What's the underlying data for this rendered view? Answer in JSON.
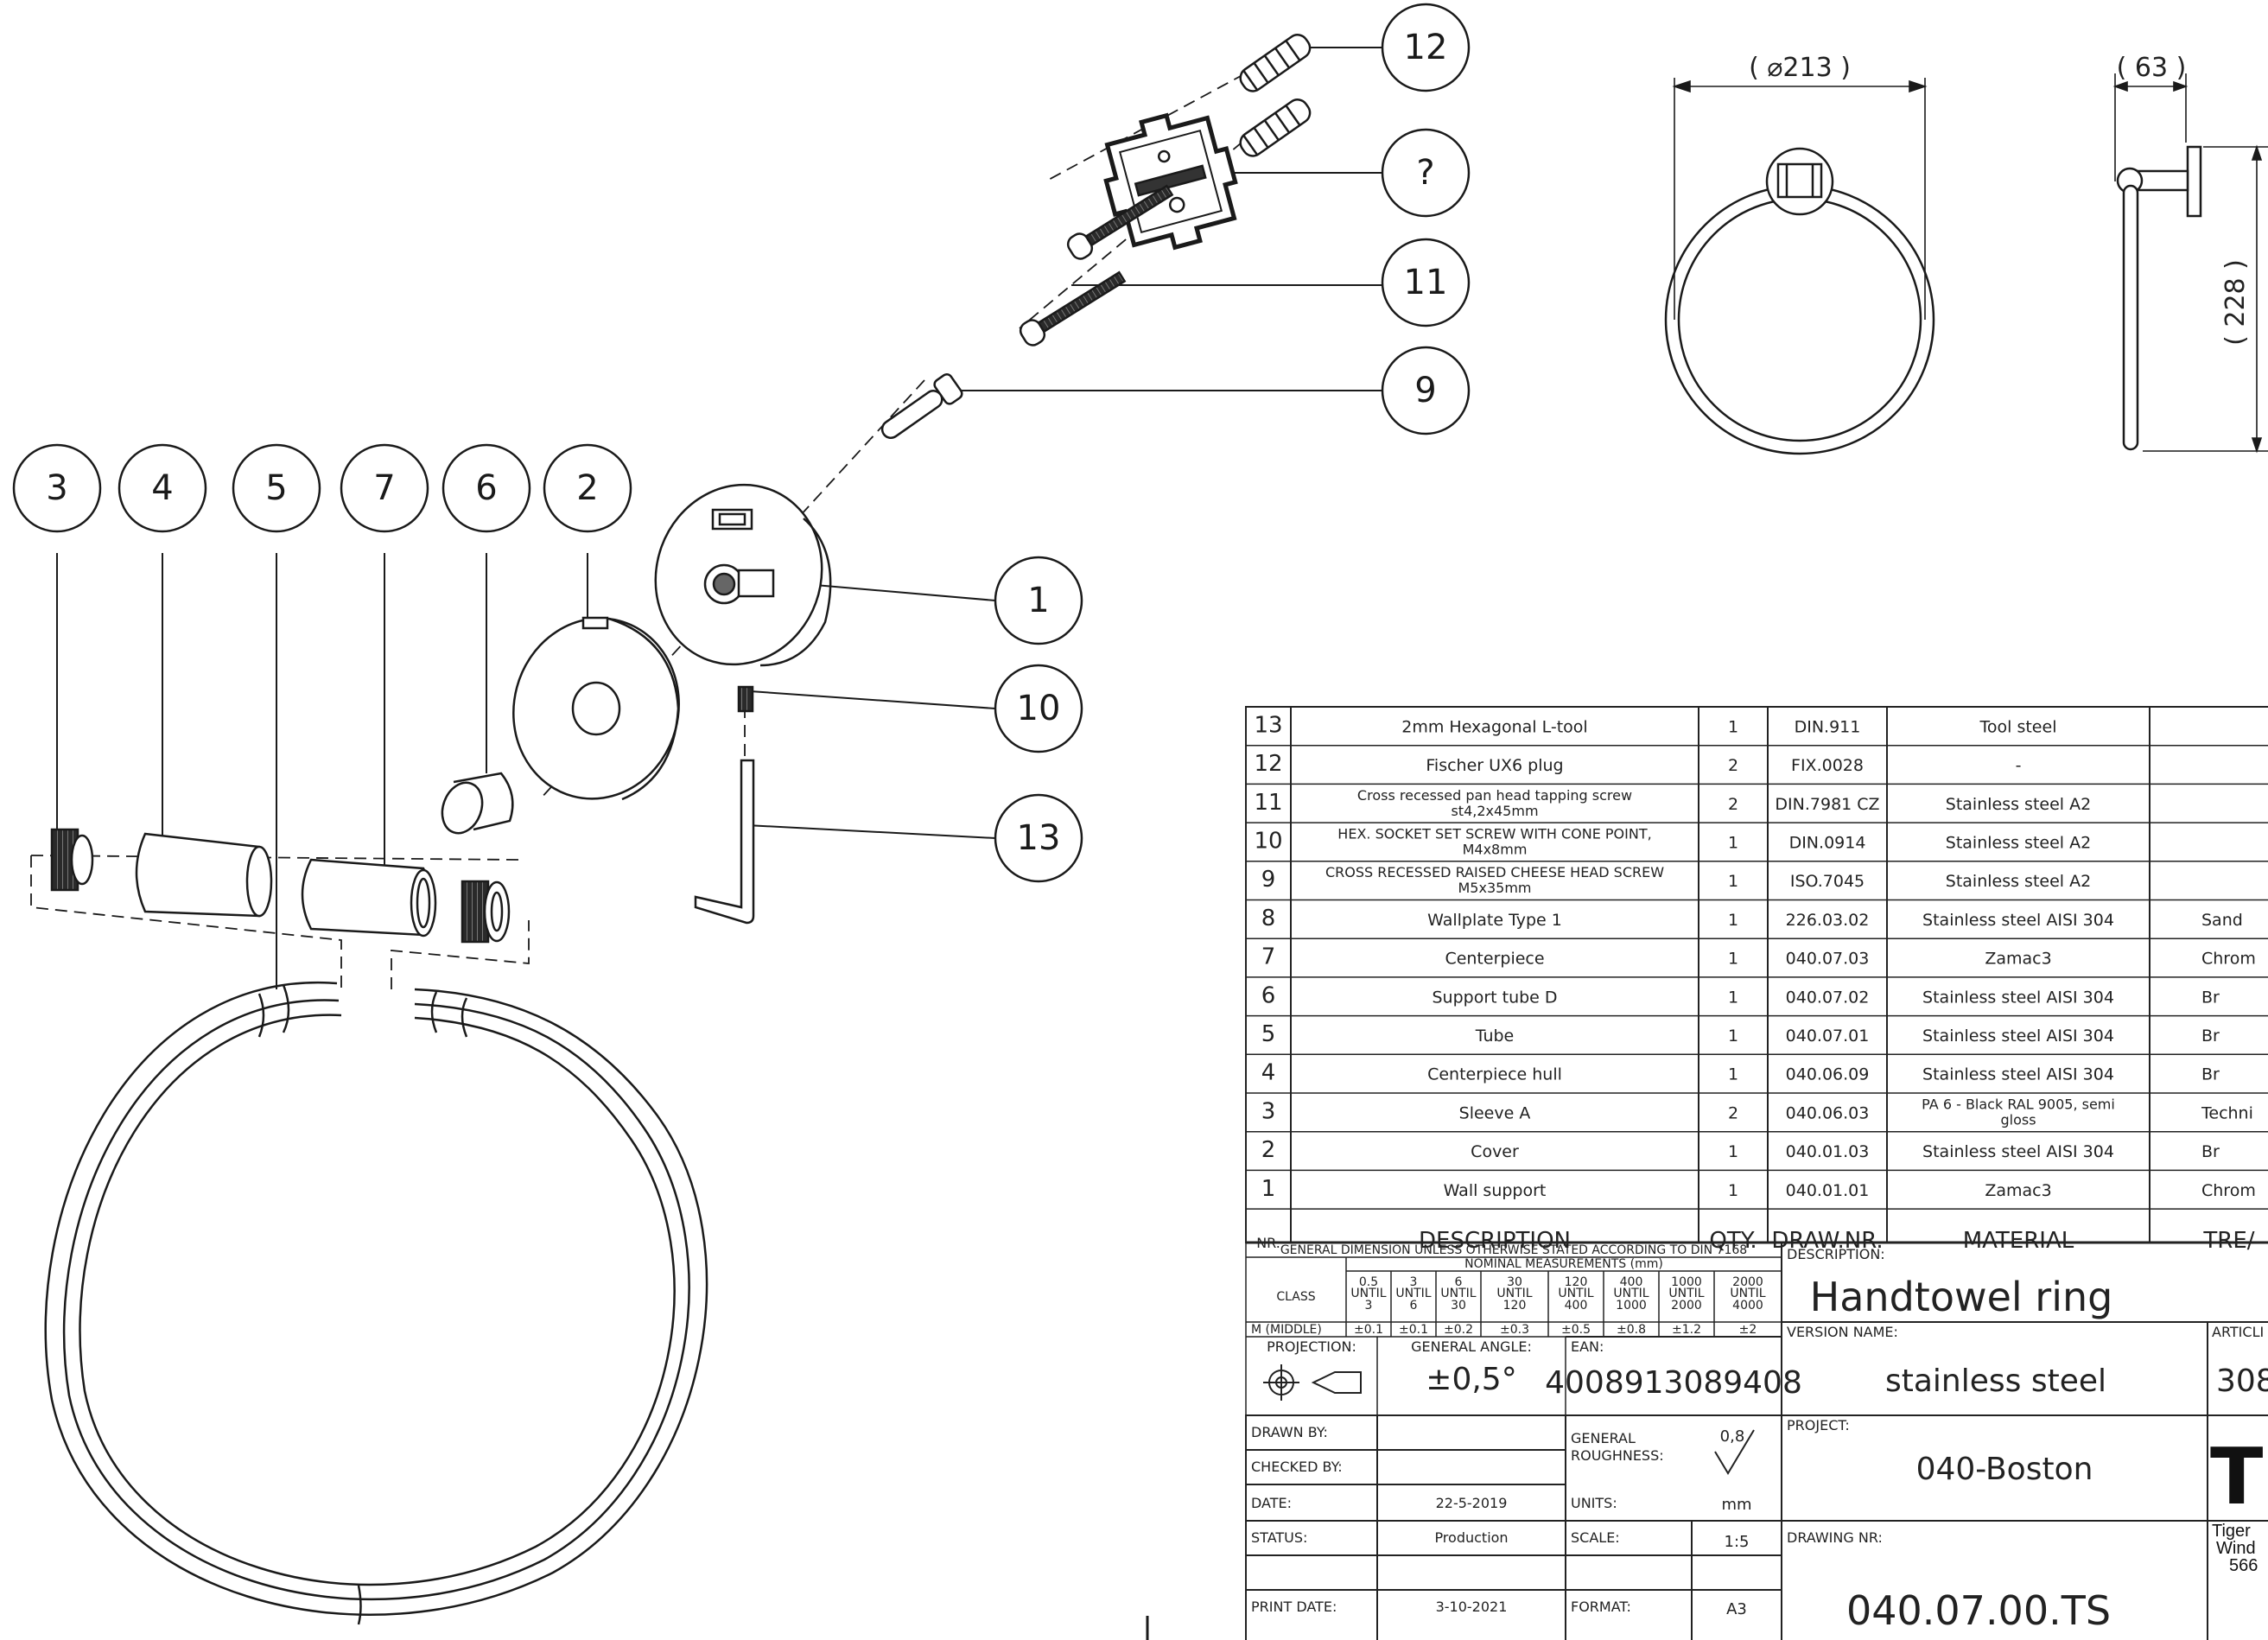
{
  "callouts": {
    "c1": "1",
    "c2": "2",
    "c3": "3",
    "c4": "4",
    "c5": "5",
    "c6": "6",
    "c7": "7",
    "c9": "9",
    "c10": "10",
    "c11": "11",
    "c12": "12",
    "cq": "?",
    "c13": "13"
  },
  "dimensions": {
    "diameter": "( ⌀213 )",
    "depth": "( 63 )",
    "height": "( 228 )"
  },
  "bom": {
    "rows": [
      {
        "nr": "13",
        "description": "2mm Hexagonal L-tool",
        "qty": "1",
        "drawnr": "DIN.911",
        "material": "Tool steel",
        "treatment": ""
      },
      {
        "nr": "12",
        "description": "Fischer UX6 plug",
        "qty": "2",
        "drawnr": "FIX.0028",
        "material": "-",
        "treatment": ""
      },
      {
        "nr": "11",
        "description": "Cross recessed pan head tapping screw",
        "description2": "st4,2x45mm",
        "qty": "2",
        "drawnr": "DIN.7981 CZ",
        "material": "Stainless steel A2",
        "treatment": ""
      },
      {
        "nr": "10",
        "description": "HEX. SOCKET SET SCREW WITH CONE POINT,",
        "description2": "M4x8mm",
        "qty": "1",
        "drawnr": "DIN.0914",
        "material": "Stainless steel A2",
        "treatment": ""
      },
      {
        "nr": "9",
        "description": "CROSS RECESSED RAISED CHEESE HEAD SCREW",
        "description2": "M5x35mm",
        "qty": "1",
        "drawnr": "ISO.7045",
        "material": "Stainless steel A2",
        "treatment": ""
      },
      {
        "nr": "8",
        "description": "Wallplate Type 1",
        "qty": "1",
        "drawnr": "226.03.02",
        "material": "Stainless steel AISI 304",
        "treatment": "Sand"
      },
      {
        "nr": "7",
        "description": "Centerpiece",
        "qty": "1",
        "drawnr": "040.07.03",
        "material": "Zamac3",
        "treatment": "Chrom"
      },
      {
        "nr": "6",
        "description": "Support tube D",
        "qty": "1",
        "drawnr": "040.07.02",
        "material": "Stainless steel AISI 304",
        "treatment": "Br"
      },
      {
        "nr": "5",
        "description": "Tube",
        "qty": "1",
        "drawnr": "040.07.01",
        "material": "Stainless steel AISI 304",
        "treatment": "Br"
      },
      {
        "nr": "4",
        "description": "Centerpiece hull",
        "qty": "1",
        "drawnr": "040.06.09",
        "material": "Stainless steel AISI 304",
        "treatment": "Br"
      },
      {
        "nr": "3",
        "description": "Sleeve A",
        "qty": "2",
        "drawnr": "040.06.03",
        "material": "PA 6 - Black RAL 9005, semi",
        "material2": "gloss",
        "treatment": "Techni"
      },
      {
        "nr": "2",
        "description": "Cover",
        "qty": "1",
        "drawnr": "040.01.03",
        "material": "Stainless steel AISI 304",
        "treatment": "Br"
      },
      {
        "nr": "1",
        "description": "Wall support",
        "qty": "1",
        "drawnr": "040.01.01",
        "material": "Zamac3",
        "treatment": "Chrom"
      }
    ],
    "header": {
      "nr": "NR.",
      "description": "DESCRIPTION",
      "qty": "QTY.",
      "drawnr": "DRAW.NR.",
      "material": "MATERIAL",
      "treatment": "TRE/"
    }
  },
  "tolerance": {
    "title": "GENERAL DIMENSION UNLESS OTHERWISE STATED ACCORDING TO DIN 7168",
    "nominal": "NOMINAL MEASUREMENTS (mm)",
    "class": "CLASS",
    "ranges": [
      {
        "a": "0.5",
        "b": "UNTIL",
        "c": "3",
        "tol": "±0.1"
      },
      {
        "a": "3",
        "b": "UNTIL",
        "c": "6",
        "tol": "±0.1"
      },
      {
        "a": "6",
        "b": "UNTIL",
        "c": "30",
        "tol": "±0.2"
      },
      {
        "a": "30",
        "b": "UNTIL",
        "c": "120",
        "tol": "±0.3"
      },
      {
        "a": "120",
        "b": "UNTIL",
        "c": "400",
        "tol": "±0.5"
      },
      {
        "a": "400",
        "b": "UNTIL",
        "c": "1000",
        "tol": "±0.8"
      },
      {
        "a": "1000",
        "b": "UNTIL",
        "c": "2000",
        "tol": "±1.2"
      },
      {
        "a": "2000",
        "b": "UNTIL",
        "c": "4000",
        "tol": "±2"
      }
    ],
    "middle": "M (MIDDLE)"
  },
  "titleblock": {
    "projection_label": "PROJECTION:",
    "angle_label": "GENERAL ANGLE:",
    "angle_value": "±0,5°",
    "ean_label": "EAN:",
    "ean_value": "4008913089408",
    "description_label": "DESCRIPTION:",
    "description_value": "Handtowel ring",
    "version_label": "VERSION NAME:",
    "version_value": "stainless steel",
    "article_label": "ARTICLI",
    "article_value": "308",
    "drawn_by": "DRAWN BY:",
    "checked_by": "CHECKED BY:",
    "date_label": "DATE:",
    "date_value": "22-5-2019",
    "status_label": "STATUS:",
    "status_value": "Production",
    "print_label": "PRINT DATE:",
    "print_value": "3-10-2021",
    "roughness_label1": "GENERAL",
    "roughness_label2": "ROUGHNESS:",
    "roughness_value": "0,8",
    "units_label": "UNITS:",
    "units_value": "mm",
    "scale_label": "SCALE:",
    "scale_value": "1:5",
    "format_label": "FORMAT:",
    "format_value": "A3",
    "project_label": "PROJECT:",
    "project_value": "040-Boston",
    "drawing_label": "DRAWING NR:",
    "drawing_value": "040.07.00.TS",
    "logo": "TI",
    "addr1": "Tiger",
    "addr2": "Wind",
    "addr3": "566"
  }
}
